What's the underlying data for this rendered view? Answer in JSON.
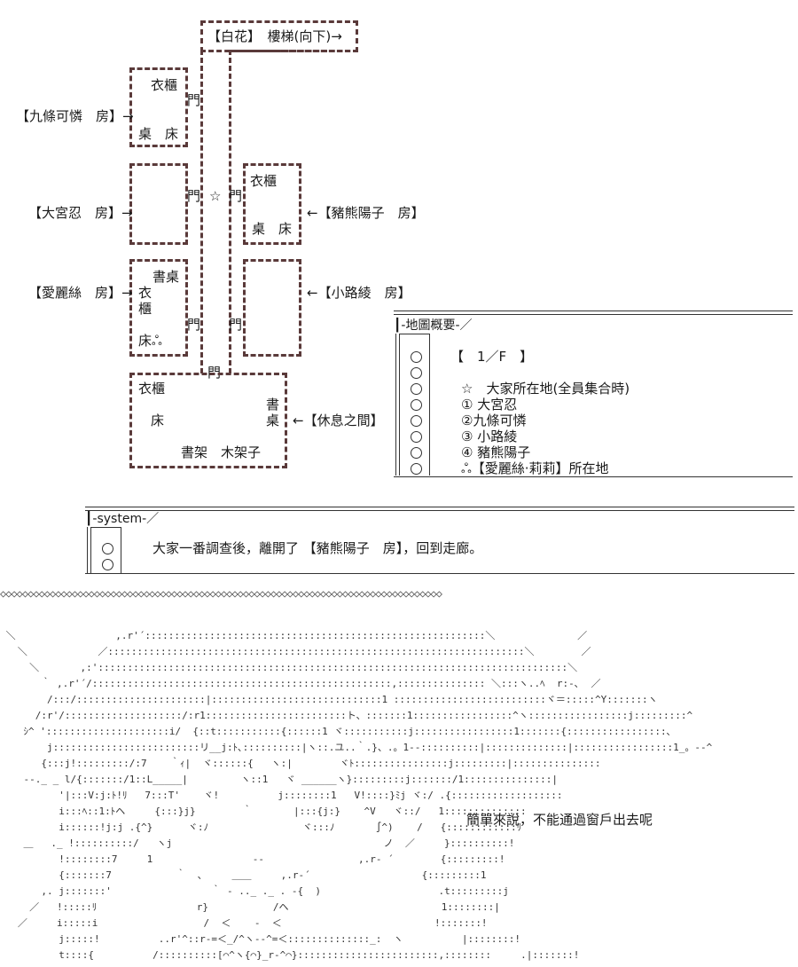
{
  "map": {
    "stairs": "【白花】　樓梯(向下)→",
    "room1_label": "【九條可憐　房】→",
    "room1_items": [
      "衣櫃",
      "桌　床"
    ],
    "room2_label": "【大宮忍　房】→",
    "room3_label": "【愛麗絲　房】→",
    "room3_items": [
      "書桌",
      "衣",
      "櫃",
      "床"
    ],
    "room4_label": "←【豬熊陽子　房】",
    "room4_items": [
      "衣櫃",
      "桌　床"
    ],
    "room5_label": "←【小路綾　房】",
    "lounge_label": "←【休息之間】",
    "lounge_items": [
      "衣櫃",
      "床",
      "書",
      "桌",
      "書架　木架子"
    ],
    "door": "門",
    "star": "☆",
    "alice_mark": "ஃ"
  },
  "legend": {
    "title": "┃-地圖概要-／",
    "floor": "【　1／F　】",
    "items": [
      "☆　大家所在地(全員集合時)",
      "① 大宮忍",
      "②九條可憐",
      "③ 小路綾",
      "④ 豬熊陽子",
      "ஃ【愛麗絲·莉莉】所在地"
    ]
  },
  "system": {
    "title": "┃-system-／",
    "message": "大家一番調查後，離開了 【豬熊陽子　房】，回到走廊。"
  },
  "separator": "◇◇◇◇◇◇◇◇◇◇◇◇◇◇◇◇◇◇◇◇◇◇◇◇◇◇◇◇◇◇◇◇◇◇◇◇◇◇◇◇◇◇◇◇◇◇◇◇◇◇◇◇◇◇◇◇◇◇◇◇◇◇◇◇◇◇◇◇◇◇◇◇◇◇◇◇◇◇◇◇",
  "dialogue": "簡單來說，不能通過窗戶出去呢"
}
